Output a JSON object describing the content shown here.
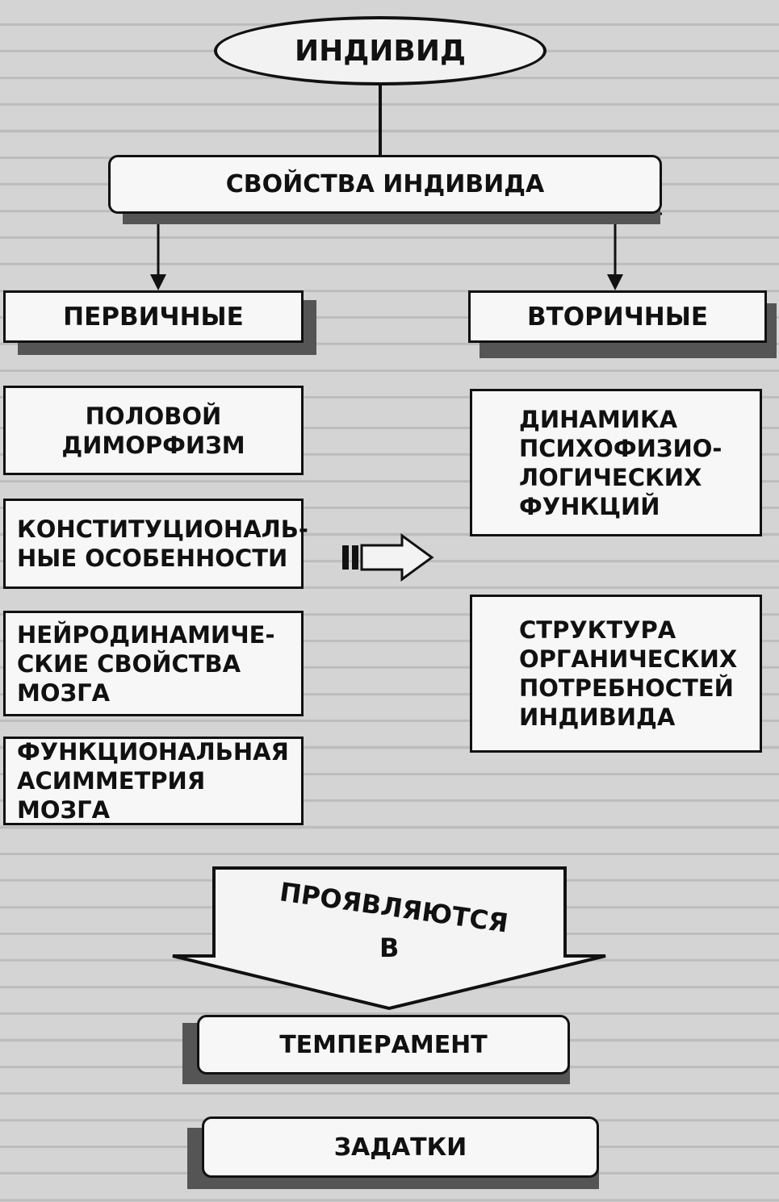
{
  "diagram": {
    "root": "ИНДИВИД",
    "properties": "СВОЙСТВА ИНДИВИДА",
    "primary": {
      "title": "ПЕРВИЧНЫЕ",
      "items": [
        "ПОЛОВОЙ ДИМОРФИЗМ",
        "КОНСТИТУЦИОНАЛЬ-НЫЕ ОСОБЕННОСТИ",
        "НЕЙРОДИНАМИЧЕ-СКИЕ СВОЙСТВА МОЗГА",
        "ФУНКЦИОНАЛЬНАЯ АСИММЕТРИЯ МОЗГА"
      ]
    },
    "secondary": {
      "title": "ВТОРИЧНЫЕ",
      "items": [
        "ДИНАМИКА ПСИХОФИЗИО-ЛОГИЧЕСКИХ ФУНКЦИЙ",
        "СТРУКТУРА ОРГАНИЧЕСКИХ ПОТРЕБНОСТЕЙ ИНДИВИДА"
      ]
    },
    "manifest": {
      "line1": "ПРОЯВЛЯЮТСЯ",
      "line2": "В"
    },
    "outcomes": [
      "ТЕМПЕРАМЕНТ",
      "ЗАДАТКИ"
    ]
  }
}
